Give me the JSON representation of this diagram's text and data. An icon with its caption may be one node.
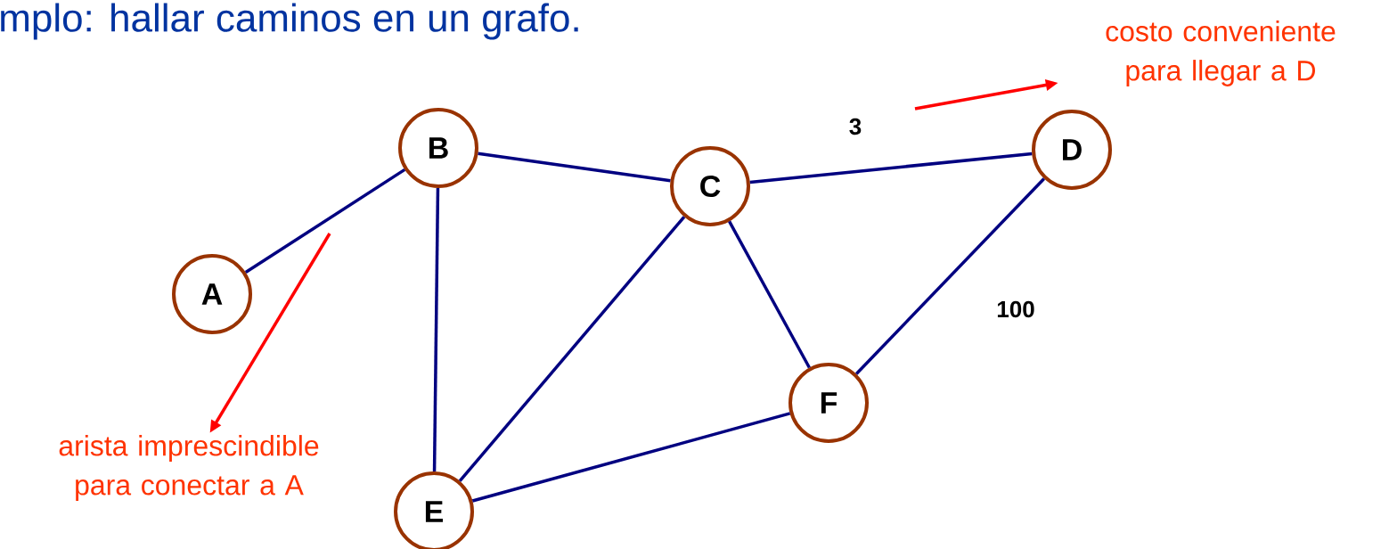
{
  "diagram": {
    "title": "mplo: hallar caminos en un grafo.",
    "nodes": [
      {
        "text": [
          "A"
        ]
      },
      {
        "text": [
          "B"
        ]
      },
      {
        "text": [
          "C"
        ]
      },
      {
        "text": [
          "D"
        ]
      },
      {
        "text": [
          "E"
        ]
      },
      {
        "text": [
          "F"
        ]
      },
      {
        "text": [
          "costo conveniente para llegar a D"
        ]
      },
      {
        "text": [
          "arista imprescindible para conectar a A"
        ]
      }
    ],
    "edges": [
      {
        "from": 0,
        "to": 1,
        "arrow": "none"
      },
      {
        "from": 1,
        "to": 2,
        "arrow": "none"
      },
      {
        "from": 2,
        "to": 3,
        "arrow": "none",
        "label": "3"
      },
      {
        "from": 1,
        "to": 4,
        "arrow": "none"
      },
      {
        "from": 2,
        "to": 4,
        "arrow": "none"
      },
      {
        "from": 2,
        "to": 5,
        "arrow": "none"
      },
      {
        "from": 3,
        "to": 5,
        "arrow": "none",
        "label": "100"
      },
      {
        "from": 4,
        "to": 5,
        "arrow": "none"
      },
      {
        "from": null,
        "to": 6,
        "arrow": "to",
        "color": "#ff0000"
      },
      {
        "from": null,
        "to": 7,
        "arrow": "to",
        "color": "#ff0000"
      }
    ]
  }
}
